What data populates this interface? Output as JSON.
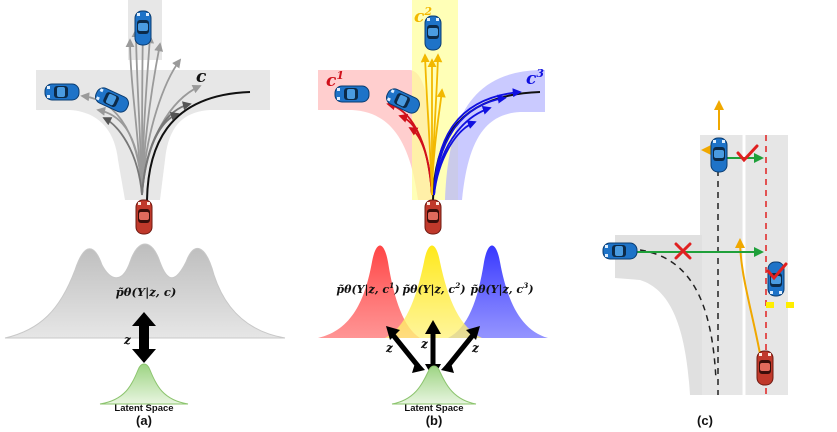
{
  "panel_a": {
    "caption": "(a)",
    "context_label": "c",
    "density_label": "p̃θ(Y|z, c)",
    "latent_label": "Latent Space",
    "z_label": "z"
  },
  "panel_b": {
    "caption": "(b)",
    "context_labels": [
      {
        "text": "c",
        "sup": "1"
      },
      {
        "text": "c",
        "sup": "2"
      },
      {
        "text": "c",
        "sup": "3"
      }
    ],
    "density_labels": [
      {
        "text": "p̃θ(Y|z, c",
        "sup": "1",
        "tail": ")"
      },
      {
        "text": "p̃θ(Y|z, c",
        "sup": "2",
        "tail": ")"
      },
      {
        "text": "p̃θ(Y|z, c",
        "sup": "3",
        "tail": ")"
      }
    ],
    "latent_label": "Latent Space",
    "z_label": "z"
  },
  "panel_c": {
    "caption": "(c)"
  },
  "colors": {
    "c1": "#e8202a",
    "c2": "#f2c400",
    "c3": "#1a1aff",
    "ego_car": "#c0392b",
    "other_car": "#1e73c8",
    "latent": "#b6dca0",
    "check": "#e02020",
    "green_arrow": "#1fa03a",
    "orange_arrow": "#f0a800"
  }
}
